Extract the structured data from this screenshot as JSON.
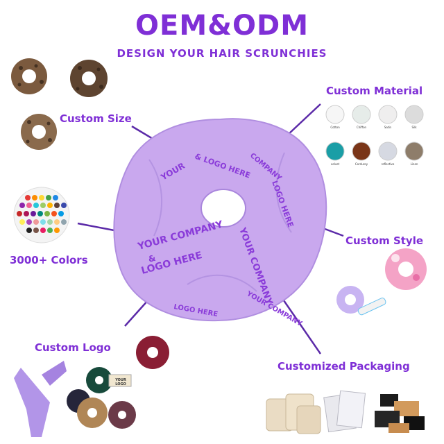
{
  "header": {
    "title": "OEM&ODM",
    "subtitle": "DESIGN YOUR HAIR SCRUNCHIES"
  },
  "labels": {
    "custom_size": "Custom Size",
    "custom_material": "Custom Material",
    "colors": "3000+ Colors",
    "custom_style": "Custom Style",
    "custom_logo": "Custom Logo",
    "customized_packaging": "Customized Packaging"
  },
  "materials": [
    "Cotton",
    "Chiffon",
    "Satin",
    "Silk",
    "velvet",
    "Corduroy",
    "reflective",
    "Linen"
  ],
  "scrunchie_print": [
    "YOUR COMPANY",
    "&",
    "LOGO HERE"
  ],
  "logo_tag": "YOUR LOGO",
  "colors": {
    "accent": "#7f2fd6",
    "scrunchie": "#c9a8ee",
    "print": "#8a3bd9"
  }
}
